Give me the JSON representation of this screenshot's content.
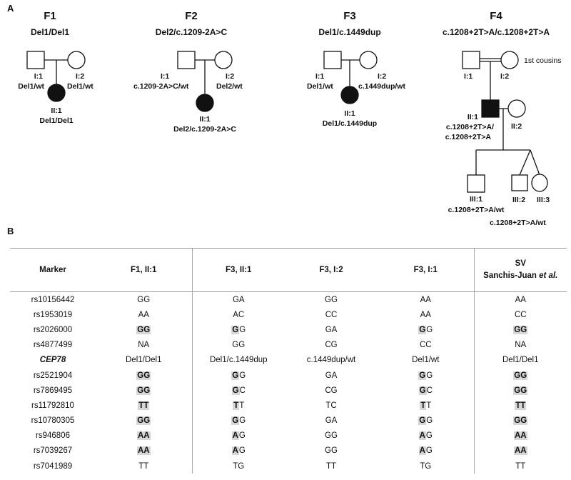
{
  "panels": {
    "a": "A",
    "b": "B"
  },
  "families": [
    {
      "id": "F1",
      "genotype": "Del1/Del1",
      "labels": {
        "i1_id": "I:1",
        "i1_geno": "Del1/wt",
        "i2_id": "I:2",
        "i2_geno": "Del1/wt",
        "ii1_id": "II:1",
        "ii1_geno": "Del1/Del1"
      }
    },
    {
      "id": "F2",
      "genotype": "Del2/c.1209-2A>C",
      "labels": {
        "i1_id": "I:1",
        "i1_geno": "c.1209-2A>C/wt",
        "i2_id": "I:2",
        "i2_geno": "Del2/wt",
        "ii1_id": "II:1",
        "ii1_geno": "Del2/c.1209-2A>C"
      }
    },
    {
      "id": "F3",
      "genotype": "Del1/c.1449dup",
      "labels": {
        "i1_id": "I:1",
        "i1_geno": "Del1/wt",
        "i2_id": "I:2",
        "i2_geno": "c.1449dup/wt",
        "ii1_id": "II:1",
        "ii1_geno": "Del1/c.1449dup"
      }
    },
    {
      "id": "F4",
      "genotype": "c.1208+2T>A/c.1208+2T>A",
      "labels": {
        "i1_id": "I:1",
        "i2_id": "I:2",
        "cousins": "1st cousins",
        "ii1_id": "II:1",
        "ii1_geno_line1": "c.1208+2T>A/",
        "ii1_geno_line2": "c.1208+2T>A",
        "ii2_id": "II:2",
        "iii1_id": "III:1",
        "iii1_geno": "c.1208+2T>A/wt",
        "iii2_id": "III:2",
        "iii3_id": "III:3",
        "iii3_geno": "c.1208+2T>A/wt"
      }
    }
  ],
  "table": {
    "headers": {
      "marker": "Marker",
      "c1": "F1, II:1",
      "c2": "F3, II:1",
      "c3": "F3, I:2",
      "c4": "F3, I:1",
      "c5_line1": "SV",
      "c5_line2a": "Sanchis-Juan ",
      "c5_line2b": "et al.",
      "c5_line2c": ""
    },
    "rows": [
      {
        "marker": "rs10156442",
        "cells": [
          [
            "",
            "GG"
          ],
          [
            "",
            "GA"
          ],
          [
            "",
            "GG"
          ],
          [
            "",
            "AA"
          ],
          [
            "",
            "AA"
          ]
        ]
      },
      {
        "marker": "rs1953019",
        "cells": [
          [
            "",
            "AA"
          ],
          [
            "",
            "AC"
          ],
          [
            "",
            "CC"
          ],
          [
            "",
            "AA"
          ],
          [
            "",
            "CC"
          ]
        ]
      },
      {
        "marker": "rs2026000",
        "cells": [
          [
            "GG",
            ""
          ],
          [
            "G",
            "G"
          ],
          [
            "",
            "GA"
          ],
          [
            "G",
            "G"
          ],
          [
            "GG",
            ""
          ]
        ]
      },
      {
        "marker": "rs4877499",
        "cells": [
          [
            "",
            "NA"
          ],
          [
            "",
            "GG"
          ],
          [
            "",
            "CG"
          ],
          [
            "",
            "CC"
          ],
          [
            "",
            "NA"
          ]
        ]
      },
      {
        "marker": "CEP78",
        "is_gene": true,
        "cells": [
          [
            "",
            "Del1/Del1"
          ],
          [
            "",
            "Del1/c.1449dup"
          ],
          [
            "",
            "c.1449dup/wt"
          ],
          [
            "",
            "Del1/wt"
          ],
          [
            "",
            "Del1/Del1"
          ]
        ]
      },
      {
        "marker": "rs2521904",
        "cells": [
          [
            "GG",
            ""
          ],
          [
            "G",
            "G"
          ],
          [
            "",
            "GA"
          ],
          [
            "G",
            "G"
          ],
          [
            "GG",
            ""
          ]
        ]
      },
      {
        "marker": "rs7869495",
        "cells": [
          [
            "GG",
            ""
          ],
          [
            "G",
            "C"
          ],
          [
            "",
            "CG"
          ],
          [
            "G",
            "C"
          ],
          [
            "GG",
            ""
          ]
        ]
      },
      {
        "marker": "rs11792810",
        "cells": [
          [
            "TT",
            ""
          ],
          [
            "T",
            "T"
          ],
          [
            "",
            "TC"
          ],
          [
            "T",
            "T"
          ],
          [
            "TT",
            ""
          ]
        ]
      },
      {
        "marker": "rs10780305",
        "cells": [
          [
            "GG",
            ""
          ],
          [
            "G",
            "G"
          ],
          [
            "",
            "GA"
          ],
          [
            "G",
            "G"
          ],
          [
            "GG",
            ""
          ]
        ]
      },
      {
        "marker": "rs946806",
        "cells": [
          [
            "AA",
            ""
          ],
          [
            "A",
            "G"
          ],
          [
            "",
            "GG"
          ],
          [
            "A",
            "G"
          ],
          [
            "AA",
            ""
          ]
        ]
      },
      {
        "marker": "rs7039267",
        "cells": [
          [
            "AA",
            ""
          ],
          [
            "A",
            "G"
          ],
          [
            "",
            "GG"
          ],
          [
            "A",
            "G"
          ],
          [
            "AA",
            ""
          ]
        ]
      },
      {
        "marker": "rs7041989",
        "cells": [
          [
            "",
            "TT"
          ],
          [
            "",
            "TG"
          ],
          [
            "",
            "TT"
          ],
          [
            "",
            "TG"
          ],
          [
            "",
            "TT"
          ]
        ]
      }
    ]
  }
}
